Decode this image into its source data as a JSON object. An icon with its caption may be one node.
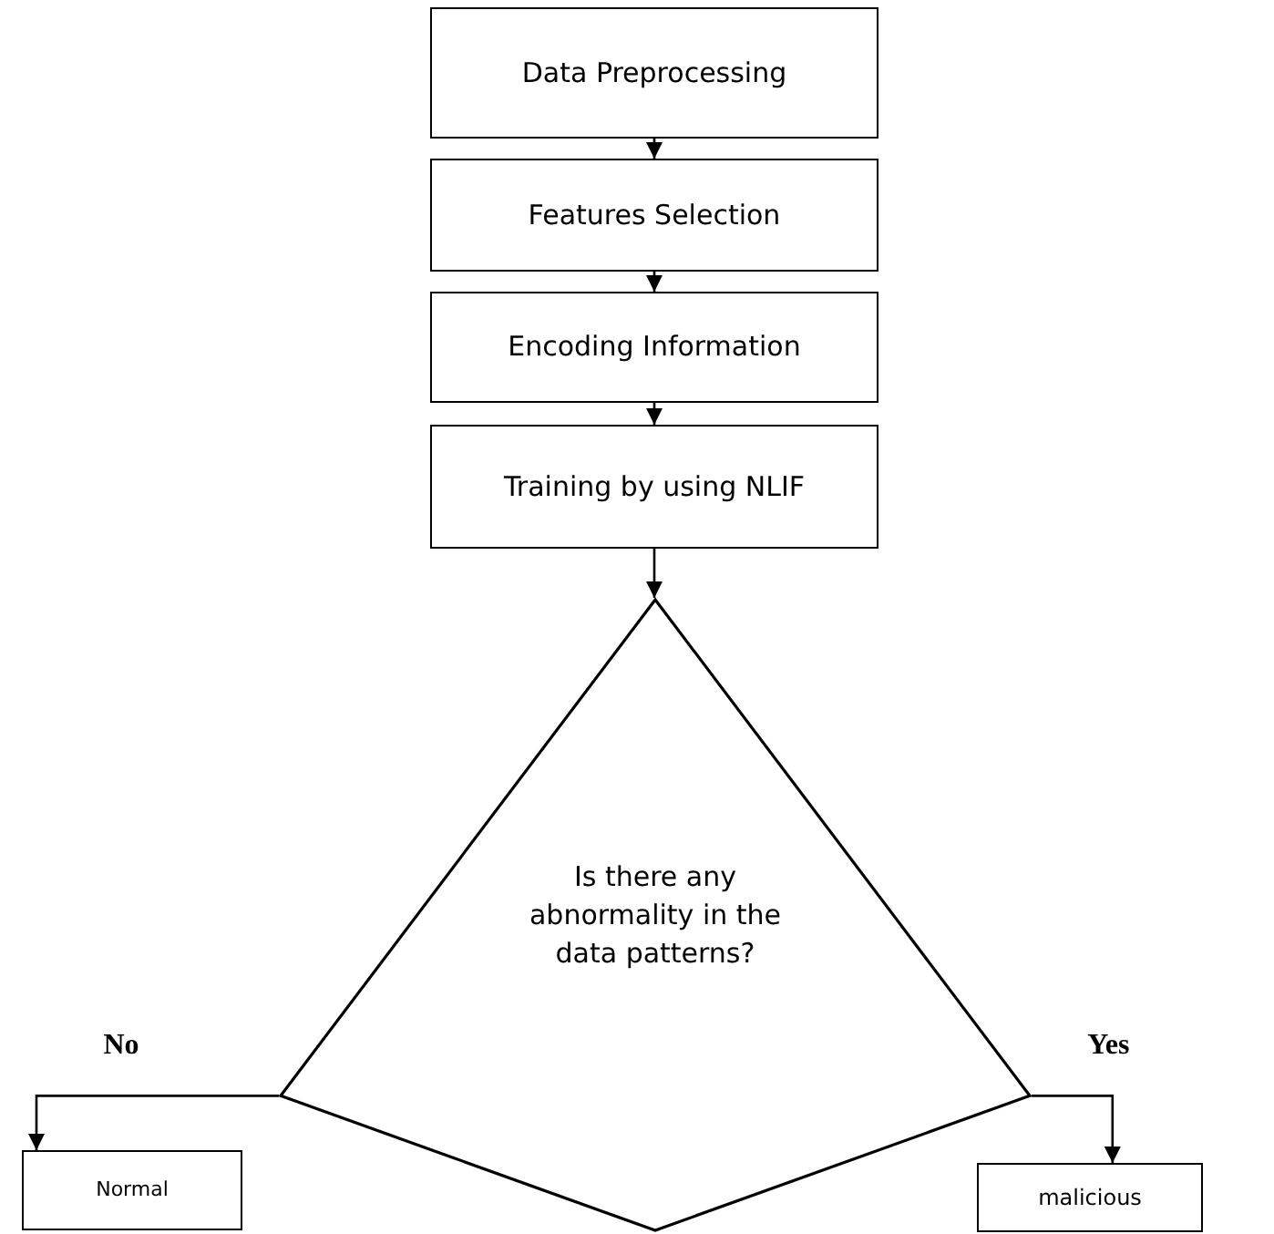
{
  "diagram": {
    "nodes": [
      {
        "text": [
          "Data Preprocessing"
        ]
      },
      {
        "text": [
          "Features Selection"
        ]
      },
      {
        "text": [
          "Encoding Information"
        ]
      },
      {
        "text": [
          "Training by using NLIF"
        ]
      },
      {
        "text": [
          "Is there any abnormality in the data patterns?"
        ]
      },
      {
        "text": [
          "Normal"
        ]
      },
      {
        "text": [
          "malicious"
        ]
      }
    ],
    "edges": [
      {
        "from": 0,
        "to": 1,
        "arrow": "to"
      },
      {
        "from": 1,
        "to": 2,
        "arrow": "to"
      },
      {
        "from": 2,
        "to": 3,
        "arrow": "to"
      },
      {
        "from": 3,
        "to": 4,
        "arrow": "to"
      },
      {
        "from": 4,
        "to": 5,
        "arrow": "to",
        "label": "No"
      },
      {
        "from": 4,
        "to": 6,
        "arrow": "to",
        "label": "Yes"
      }
    ]
  }
}
